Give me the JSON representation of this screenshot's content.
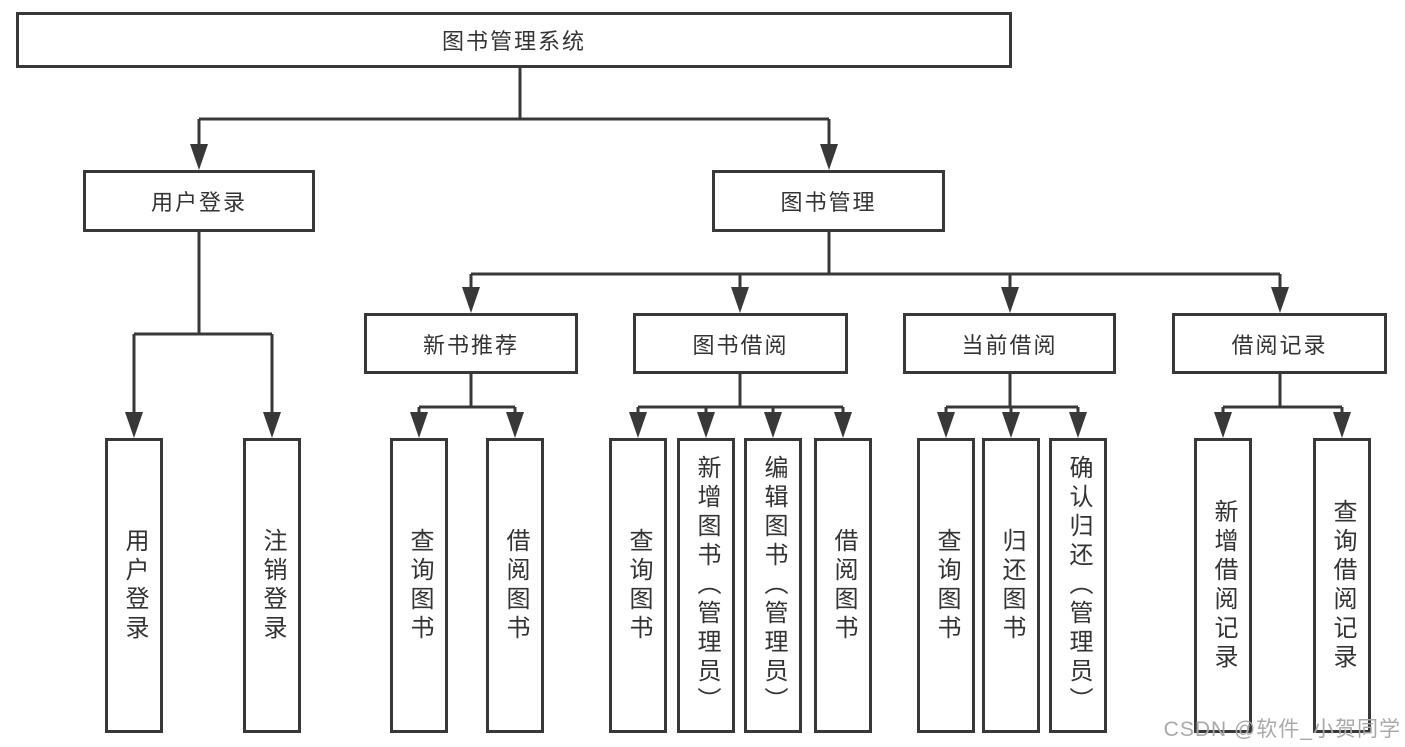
{
  "tree": {
    "root": "图书管理系统",
    "branches": [
      {
        "label": "用户登录",
        "children": [
          "用户登录",
          "注销登录"
        ]
      },
      {
        "label": "图书管理",
        "children": [
          {
            "label": "新书推荐",
            "children": [
              "查询图书",
              "借阅图书"
            ]
          },
          {
            "label": "图书借阅",
            "children": [
              "查询图书",
              "新增图书（管理员）",
              "编辑图书（管理员）",
              "借阅图书"
            ]
          },
          {
            "label": "当前借阅",
            "children": [
              "查询图书",
              "归还图书",
              "确认归还（管理员）"
            ]
          },
          {
            "label": "借阅记录",
            "children": [
              "新增借阅记录",
              "查询借阅记录"
            ]
          }
        ]
      }
    ]
  },
  "watermark": "CSDN @软件_小贺同学",
  "colors": {
    "line": "#383838",
    "box_border": "#383838",
    "text": "#333333",
    "background": "#ffffff",
    "watermark": "#a9a9a9"
  }
}
